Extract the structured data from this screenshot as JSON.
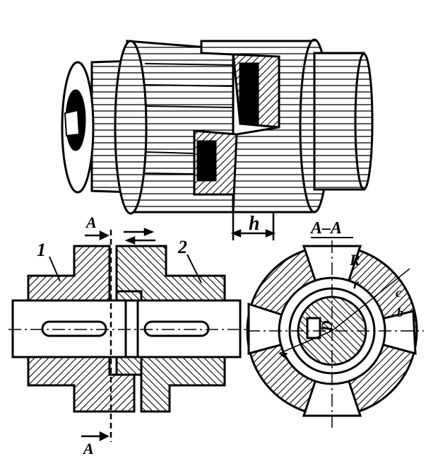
{
  "labels": {
    "section_top": "A",
    "section_bottom": "A",
    "section_title": "A–A",
    "gap": "h",
    "part_left": "1",
    "part_right": "2",
    "bore": "D",
    "outer": "R",
    "inner": "r",
    "side_c": "c",
    "side_b": "b"
  },
  "colors": {
    "ink": "#000000",
    "paper": "#ffffff"
  }
}
